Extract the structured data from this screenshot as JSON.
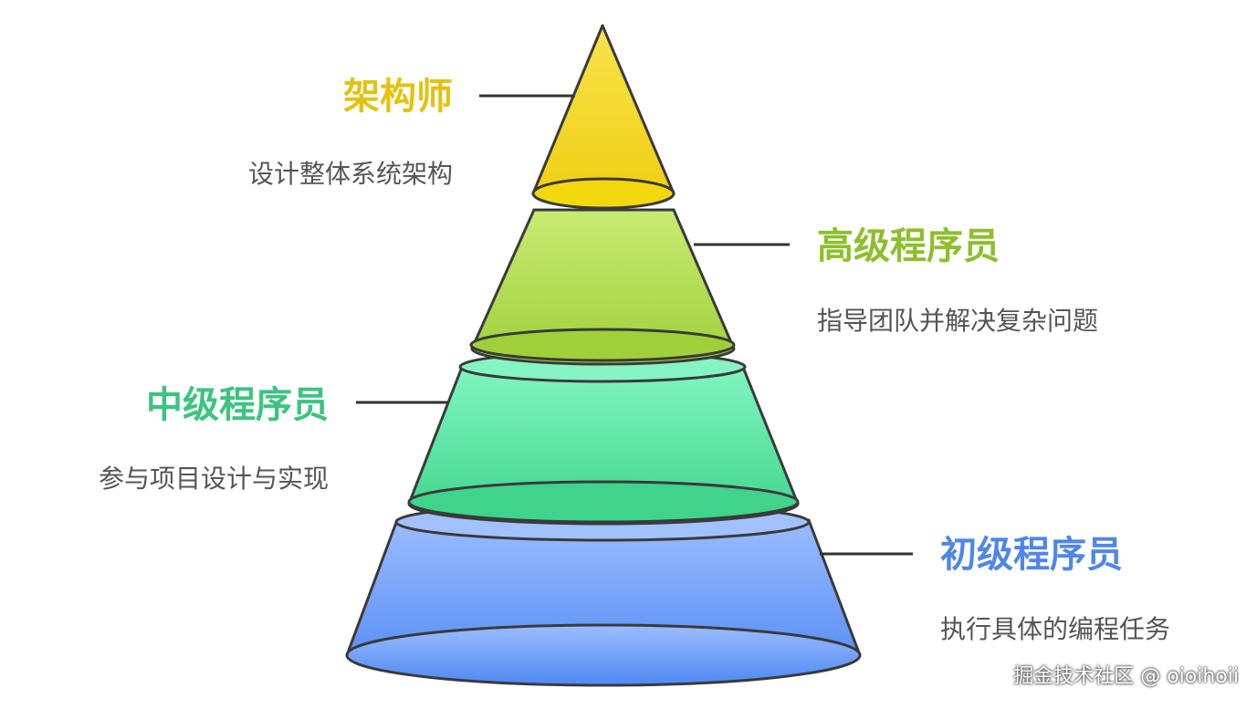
{
  "levels": [
    {
      "title": "架构师",
      "description": "设计整体系统架构",
      "color": "#e3c20f",
      "fill_top": "#f7e24a",
      "fill_bottom": "#f0cf10"
    },
    {
      "title": "高级程序员",
      "description": "指导团队并解决复杂问题",
      "color": "#8cbf2a",
      "fill_top": "#c9ea72",
      "fill_bottom": "#9fd03a"
    },
    {
      "title": "中级程序员",
      "description": "参与项目设计与实现",
      "color": "#3cc47e",
      "fill_top": "#7ff5bf",
      "fill_bottom": "#3fd38b"
    },
    {
      "title": "初级程序员",
      "description": "执行具体的编程任务",
      "color": "#4f86e8",
      "fill_top": "#9bbcff",
      "fill_bottom": "#4f89f3"
    }
  ],
  "watermark": "掘金技术社区 @ oioihoii"
}
